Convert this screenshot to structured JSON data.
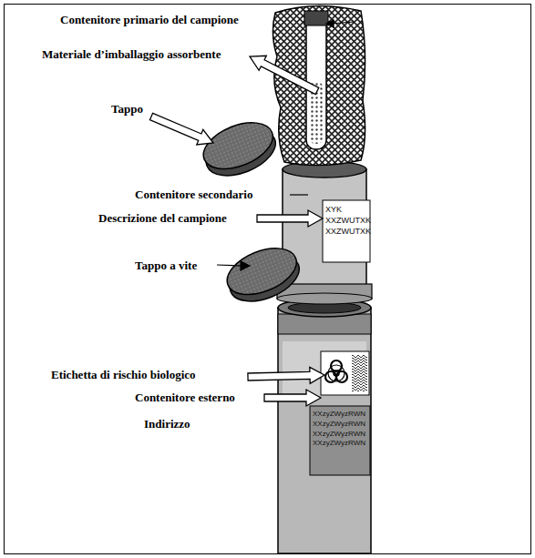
{
  "diagram": {
    "nodes": [
      {
        "text": [
          "XYK",
          "XXZWUTXK",
          "XXZWUTXK"
        ]
      },
      {
        "text": [
          "XXzyZWyzRWN",
          "XXzyZWyzRWN",
          "XXzyZWyzRWN",
          "XXzyZWyzRWN"
        ]
      }
    ],
    "labels": [
      "Contenitore primario del campione",
      "Materiale d’imballaggio assorbente",
      "Tappo",
      "Contenitore secondario",
      "Descrizione del campione",
      "Tappo a vite",
      "Etichetta di rischio biologico",
      "Contenitore esterno",
      "Indirizzo"
    ]
  }
}
